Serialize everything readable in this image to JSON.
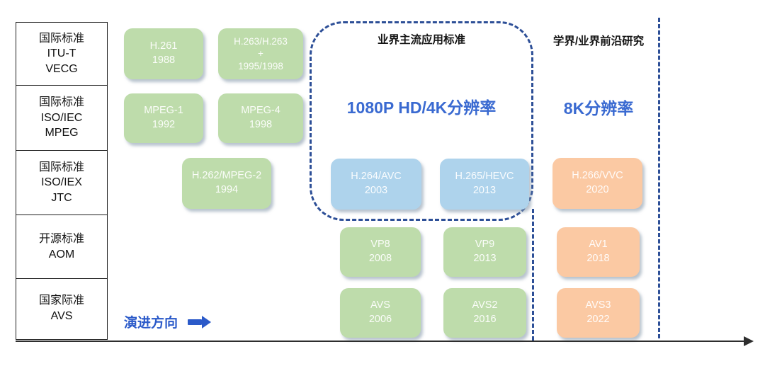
{
  "left_table": {
    "rows": [
      {
        "lines": [
          "国际标准",
          "ITU-T",
          "VECG"
        ]
      },
      {
        "lines": [
          "国际标准",
          "ISO/IEC",
          "MPEG"
        ]
      },
      {
        "lines": [
          "国际标准",
          "ISO/IEX",
          "JTC"
        ]
      },
      {
        "lines": [
          "开源标准",
          "AOM"
        ]
      },
      {
        "lines": [
          "国家际准",
          "AVS"
        ]
      }
    ]
  },
  "boxes": [
    {
      "line1": "H.261",
      "line2": "1988",
      "color": "green"
    },
    {
      "line1": "H.263/H.263",
      "line2": "+",
      "line3": "1995/1998",
      "color": "green"
    },
    {
      "line1": "MPEG-1",
      "line2": "1992",
      "color": "green"
    },
    {
      "line1": "MPEG-4",
      "line2": "1998",
      "color": "green"
    },
    {
      "line1": "H.262/MPEG-2",
      "line2": "1994",
      "color": "green"
    },
    {
      "line1": "H.264/AVC",
      "line2": "2003",
      "color": "blue"
    },
    {
      "line1": "H.265/HEVC",
      "line2": "2013",
      "color": "blue"
    },
    {
      "line1": "H.266/VVC",
      "line2": "2020",
      "color": "orange"
    },
    {
      "line1": "VP8",
      "line2": "2008",
      "color": "green"
    },
    {
      "line1": "VP9",
      "line2": "2013",
      "color": "green"
    },
    {
      "line1": "AV1",
      "line2": "2018",
      "color": "orange"
    },
    {
      "line1": "AVS",
      "line2": "2006",
      "color": "green"
    },
    {
      "line1": "AVS2",
      "line2": "2016",
      "color": "green"
    },
    {
      "line1": "AVS3",
      "line2": "2022",
      "color": "orange"
    }
  ],
  "annotations": {
    "mainstream_title": "业界主流应用标准",
    "mainstream_resolution": "1080P HD/4K分辨率",
    "frontier_title": "学界/业界前沿研究",
    "frontier_resolution": "8K分辨率",
    "evolution_direction": "演进方向"
  },
  "colors": {
    "box_green": "#bedcab",
    "box_blue": "#aed3ec",
    "box_orange": "#fbc9a3",
    "dash_navy": "#2d4f97",
    "accent_blue": "#3a6ad1",
    "evolution_blue": "#2b5ac9"
  }
}
